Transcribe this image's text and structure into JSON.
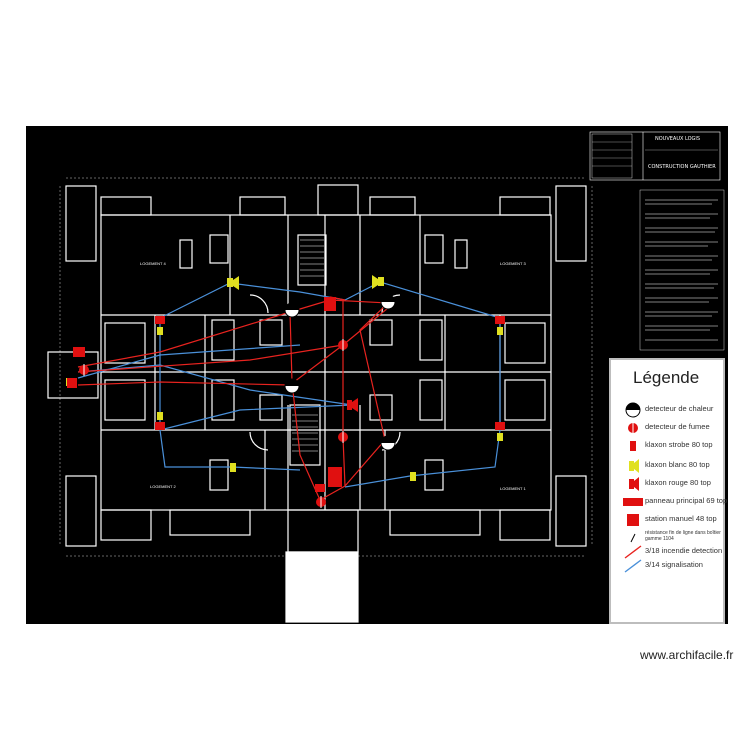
{
  "legend": {
    "title": "Légende",
    "items": [
      {
        "icon": "heat-detector-icon",
        "label": "detecteur de chaleur"
      },
      {
        "icon": "smoke-detector-icon",
        "label": "detecteur de fumee"
      },
      {
        "icon": "strobe-horn-icon",
        "label": "klaxon strobe 80 top"
      },
      {
        "icon": "white-horn-icon",
        "label": "klaxon blanc 80 top"
      },
      {
        "icon": "red-horn-icon",
        "label": "klaxon rouge 80 top"
      },
      {
        "icon": "main-panel-icon",
        "label": "panneau principal 69 top"
      },
      {
        "icon": "manual-station-icon",
        "label": "station manuel 48 top"
      },
      {
        "icon": "eol-resistor-icon",
        "label": "résistance fin de ligne dans boîtier gamme 1104"
      },
      {
        "icon": "red-line-icon",
        "label": "3/18 incendie detection"
      },
      {
        "icon": "blue-line-icon",
        "label": "3/14 signalisation"
      }
    ]
  },
  "colors": {
    "background": "#000000",
    "wall": "#ffffff",
    "detection_line": "#e8231f",
    "signal_line": "#4a90d9",
    "horn_yellow": "#e0e020",
    "device_red": "#e01010"
  },
  "title_block": {
    "project": "NOUVEAUX LOGIS",
    "company": "CONSTRUCTION GAUTHIER"
  },
  "rooms": {
    "top_left": "LOGEMENT 4",
    "top_right": "LOGEMENT 3",
    "bottom_left": "LOGEMENT 2",
    "bottom_right": "LOGEMENT 1"
  },
  "watermark": "www.archifacile.fr"
}
